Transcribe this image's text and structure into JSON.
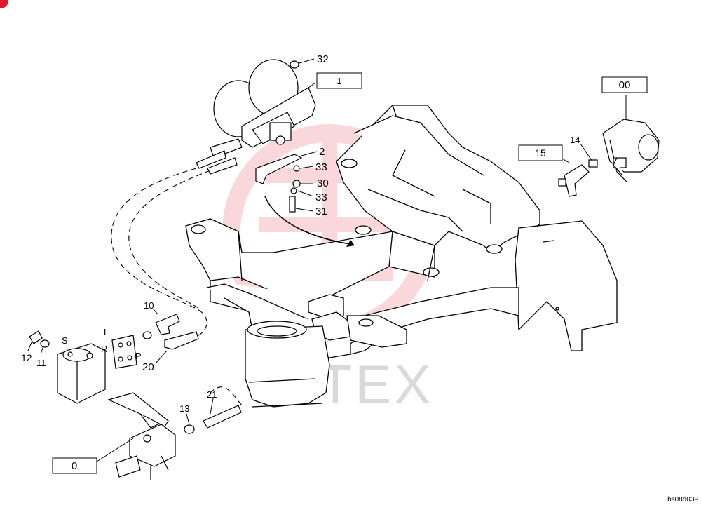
{
  "watermark": {
    "text": "MITEX"
  },
  "ref_code": "bs08d039",
  "callouts": {
    "c1": "1",
    "c2": "2",
    "c10": "10",
    "c11": "11",
    "c12": "12",
    "c13": "13",
    "c14": "14",
    "c15": "15",
    "c20": "20",
    "c21": "21",
    "c30": "30",
    "c31": "31",
    "c32": "32",
    "c33a": "33",
    "c33b": "33",
    "c0": "0",
    "c00": "00"
  },
  "port_labels": {
    "L": "L",
    "S": "S",
    "R": "R",
    "P": "P"
  },
  "colors": {
    "line": "#000000",
    "watermark": "#e8283a",
    "badge": "#e0182a"
  }
}
